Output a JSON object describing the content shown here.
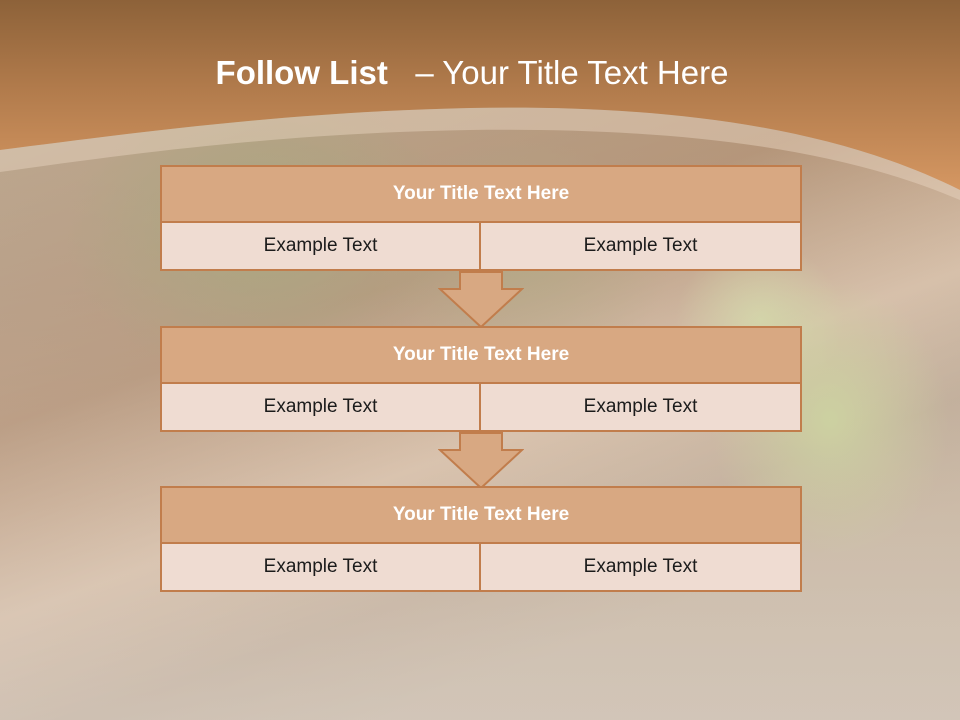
{
  "slide": {
    "title_bold": "Follow List",
    "title_rest": "– Your Title Text Here"
  },
  "blocks": [
    {
      "title": "Your Title Text Here",
      "left_text": "Example Text",
      "right_text": "Example Text"
    },
    {
      "title": "Your Title Text Here",
      "left_text": "Example Text",
      "right_text": "Example Text"
    },
    {
      "title": "Your Title Text Here",
      "left_text": "Example Text",
      "right_text": "Example Text"
    }
  ],
  "colors": {
    "header": "#c98a5a",
    "title_fill": "#d8a882",
    "cell_fill": "#efdcd2",
    "border": "#c17d4c"
  }
}
